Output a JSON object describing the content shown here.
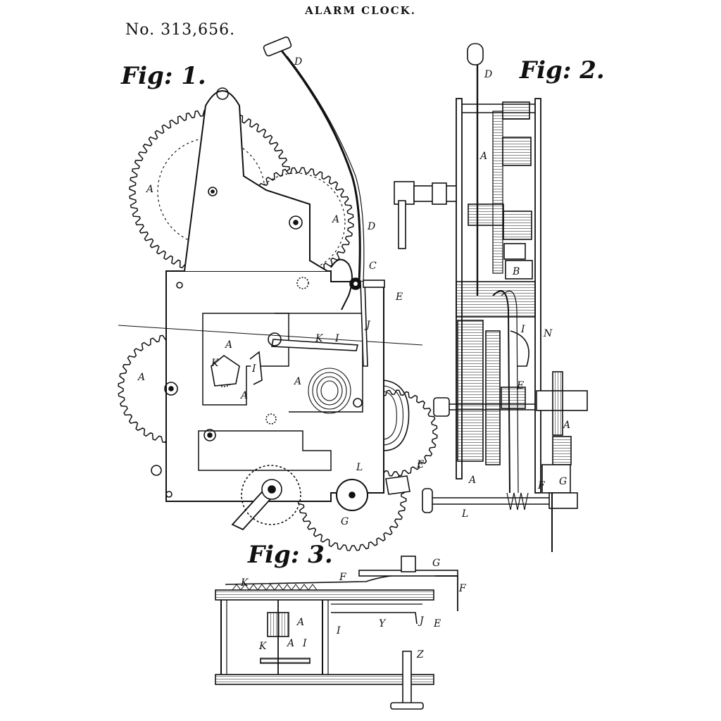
{
  "header": {
    "title": "ALARM CLOCK.",
    "patent_number": "No. 313,656."
  },
  "figures": [
    {
      "label": "Fig: 1."
    },
    {
      "label": "Fig: 2."
    },
    {
      "label": "Fig: 3."
    }
  ],
  "letters": {
    "A": "A",
    "B": "B",
    "C": "C",
    "D": "D",
    "E": "E",
    "F": "F",
    "G": "G",
    "I": "I",
    "J": "J",
    "K": "K",
    "L": "L",
    "N": "N",
    "Y": "Y",
    "Z": "Z"
  },
  "colors": {
    "ink": "#111111",
    "paper": "#ffffff"
  }
}
